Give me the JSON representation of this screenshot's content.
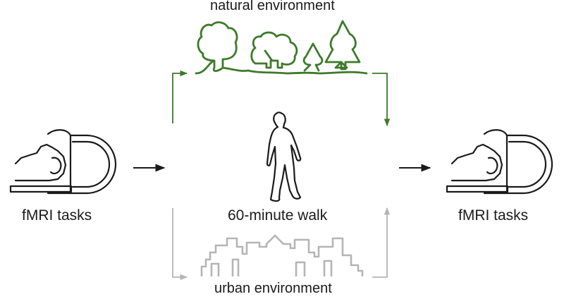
{
  "labels": {
    "natural": "natural environment",
    "urban": "urban environment",
    "fmri_left": "fMRI tasks",
    "walk": "60-minute walk",
    "fmri_right": "fMRI tasks"
  },
  "colors": {
    "natural": "#3d7a2a",
    "urban": "#b5b5b5",
    "ink": "#1a1a1a"
  },
  "icons": {
    "scanner": "mri-scanner-icon",
    "walker": "walking-person-icon",
    "forest": "trees-icon",
    "city": "city-skyline-icon"
  }
}
